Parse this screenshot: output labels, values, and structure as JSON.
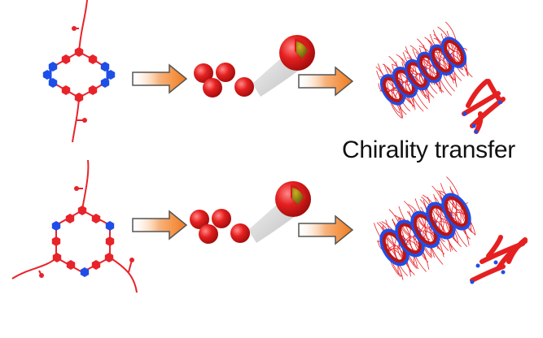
{
  "diagram": {
    "label": "Chirality transfer",
    "colors": {
      "red": "#e8232a",
      "blue": "#1e4ee8",
      "core": "#8a7a10",
      "arrow": "#f28a2e",
      "background": "#ffffff"
    },
    "rows": [
      {
        "name": "rhombic-macrocycle",
        "stage1": "monomer",
        "stage2": "micelle",
        "stage3": "helical-fiber",
        "stage4": "fiber-network"
      },
      {
        "name": "triangular-macrocycle",
        "stage1": "monomer",
        "stage2": "micelle",
        "stage3": "helical-fiber",
        "stage4": "fiber-network"
      }
    ]
  }
}
